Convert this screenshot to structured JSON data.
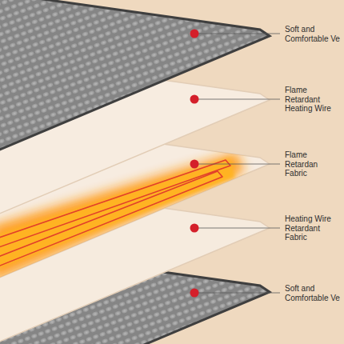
{
  "diagram": {
    "labels": [
      "Soft and Comfortable Ve",
      "Flame Retardant Heating Wire",
      "Flame Retardan Fabric",
      "Heating Wire Retardant Fabric",
      "Soft and Comfortable Ve"
    ]
  }
}
